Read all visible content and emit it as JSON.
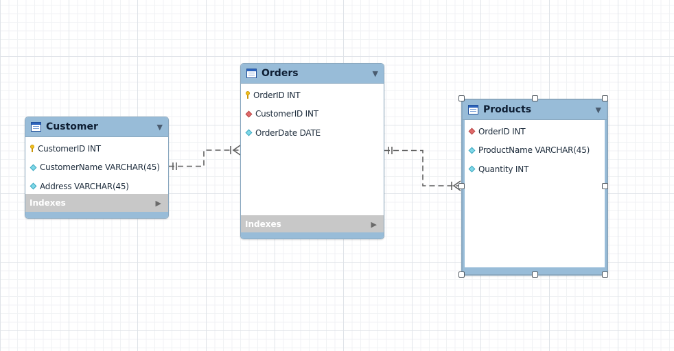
{
  "tables": {
    "customer": {
      "name": "Customer",
      "columns": [
        {
          "name": "CustomerID INT",
          "kind": "primary-key"
        },
        {
          "name": "CustomerName VARCHAR(45)",
          "kind": "attribute"
        },
        {
          "name": "Address VARCHAR(45)",
          "kind": "attribute"
        }
      ],
      "indexes_label": "Indexes"
    },
    "orders": {
      "name": "Orders",
      "columns": [
        {
          "name": "OrderID INT",
          "kind": "primary-key"
        },
        {
          "name": "CustomerID INT",
          "kind": "foreign-key"
        },
        {
          "name": "OrderDate DATE",
          "kind": "attribute"
        }
      ],
      "indexes_label": "Indexes"
    },
    "products": {
      "name": "Products",
      "columns": [
        {
          "name": "OrderID INT",
          "kind": "foreign-key"
        },
        {
          "name": "ProductName VARCHAR(45)",
          "kind": "attribute"
        },
        {
          "name": "Quantity INT",
          "kind": "attribute"
        }
      ],
      "selected": true
    }
  },
  "relationships": [
    {
      "from": "customer",
      "to": "orders",
      "from_cardinality": "one-and-only-one",
      "to_cardinality": "one-or-many",
      "style": "dashed"
    },
    {
      "from": "orders",
      "to": "products",
      "from_cardinality": "one-and-only-one",
      "to_cardinality": "one-or-many",
      "style": "dashed"
    }
  ],
  "icons": {
    "table": "table-icon",
    "collapse": "triangle-down-icon",
    "expand": "triangle-right-icon",
    "primary_key": "key-icon",
    "foreign_key": "red-diamond-icon",
    "attribute": "cyan-diamond-icon"
  },
  "colors": {
    "header": "#98bcd8",
    "border": "#8aa8c0",
    "indexes_bar": "#c8c8c8",
    "primary_key": "#f2c21b",
    "foreign_key": "#e06a6a",
    "attribute": "#7fd8e8",
    "relationship_line": "#606060"
  },
  "glyphs": {
    "collapse": "▼",
    "expand": "▶"
  }
}
